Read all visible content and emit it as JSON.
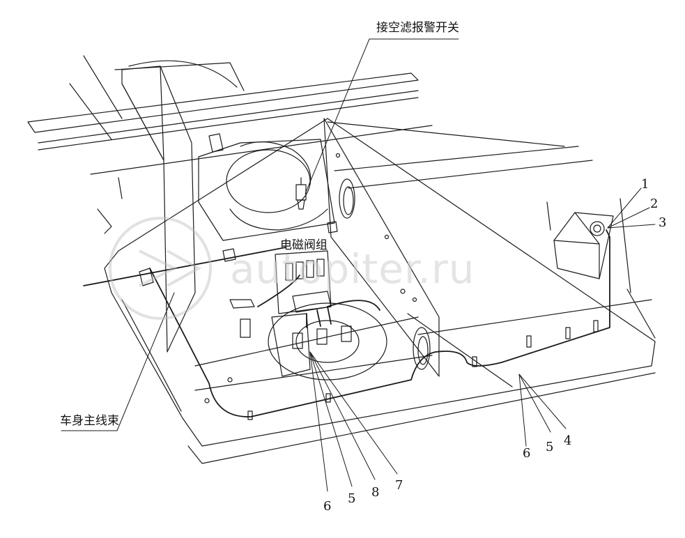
{
  "labels": {
    "air_filter_alarm_switch": "接空滤报警开关",
    "solenoid_valve_group": "电磁阀组",
    "body_main_harness": "车身主线束"
  },
  "callouts": {
    "right_top": [
      "1",
      "2",
      "3"
    ],
    "right_bottom": [
      "6",
      "5",
      "4"
    ],
    "bottom_center": [
      "6",
      "5",
      "8",
      "7"
    ]
  },
  "watermark": "autopiter.ru",
  "colors": {
    "line": "#1a1a1a",
    "background": "#ffffff",
    "watermark": "#cfcfcf"
  }
}
